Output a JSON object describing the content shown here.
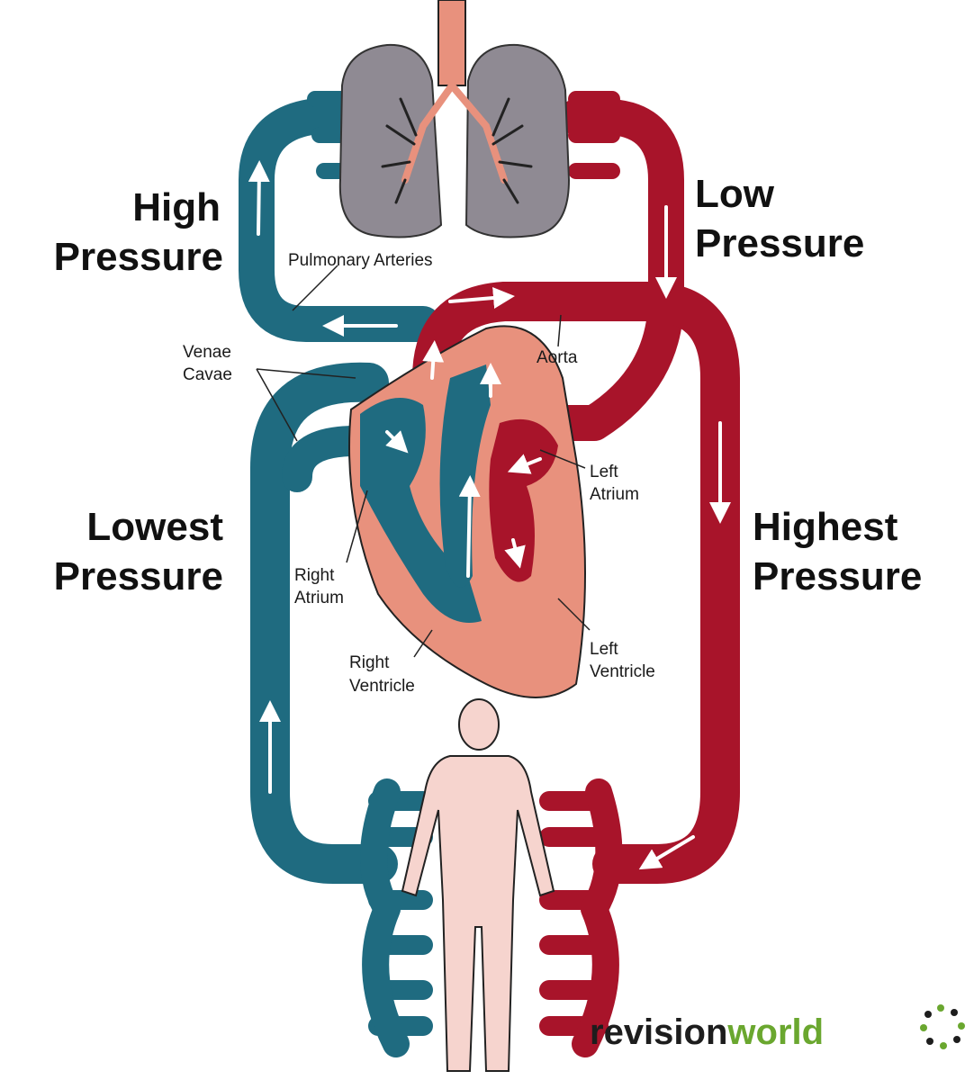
{
  "labels": {
    "high_pressure_line1": "High",
    "high_pressure_line2": "Pressure",
    "low_pressure_line1": "Low",
    "low_pressure_line2": "Pressure",
    "lowest_pressure_line1": "Lowest",
    "lowest_pressure_line2": "Pressure",
    "highest_pressure_line1": "Highest",
    "highest_pressure_line2": "Pressure",
    "pulmonary_arteries": "Pulmonary Arteries",
    "venae_cavae_line1": "Venae",
    "venae_cavae_line2": "Cavae",
    "aorta": "Aorta",
    "left_atrium_line1": "Left",
    "left_atrium_line2": "Atrium",
    "right_atrium_line1": "Right",
    "right_atrium_line2": "Atrium",
    "right_ventricle_line1": "Right",
    "right_ventricle_line2": "Ventricle",
    "left_ventricle_line1": "Left",
    "left_ventricle_line2": "Ventricle"
  },
  "brand": {
    "part1": "revision",
    "part2": "world"
  },
  "colors": {
    "deoxygenated": "#1f6b80",
    "oxygenated": "#a8142a",
    "heart": "#e8917d",
    "lungs": "#8f8a93",
    "body": "#f6d4ce",
    "brand_dark": "#1d1d1d",
    "brand_green": "#6aa72f"
  }
}
